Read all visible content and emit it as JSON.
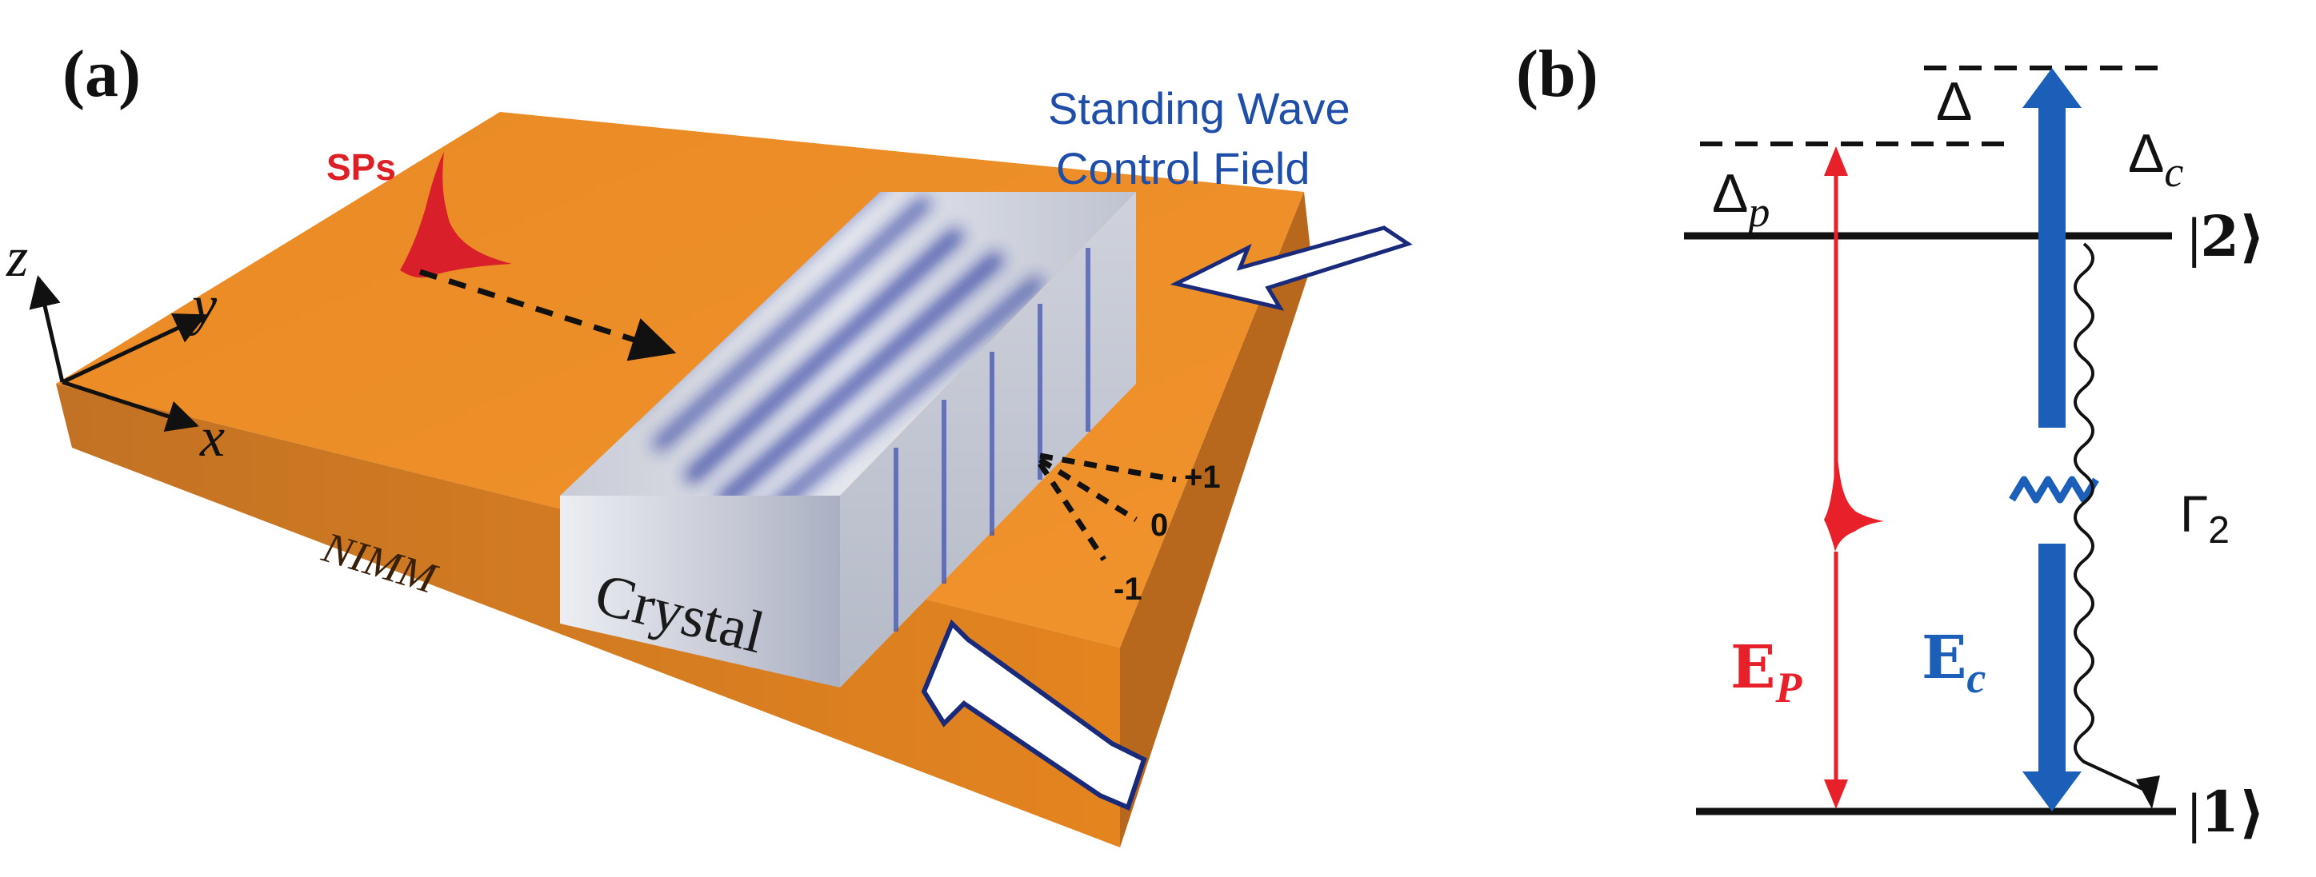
{
  "panel_a": {
    "label": "(a)",
    "sps_label": "SPs",
    "control_label_line1": "Standing Wave",
    "control_label_line2": "Control Field",
    "axis_z": "z",
    "axis_y": "y",
    "axis_x": "x",
    "substrate_label": "NIMM",
    "crystal_label": "Crystal",
    "orders": [
      "+1",
      "0",
      "-1"
    ],
    "colors": {
      "substrate_top": "#e8861f",
      "substrate_front": "#d27a20",
      "sps": "#dd1f26",
      "control_text": "#1f4ea8",
      "arrow_outline": "#1a2a7a"
    }
  },
  "panel_b": {
    "label": "(b)",
    "delta": "Δ",
    "delta_p": "Δ",
    "delta_p_sub": "p",
    "delta_c": "Δ",
    "delta_c_sub": "c",
    "level_2": "|𝟐⟩",
    "level_1": "|𝟏⟩",
    "gamma": "Γ",
    "gamma_sub": "2",
    "ep": "𝐄",
    "ep_sub": "P",
    "ec": "𝐄",
    "ec_sub": "c",
    "colors": {
      "probe": "#e8202a",
      "control": "#1b5fb8"
    }
  }
}
